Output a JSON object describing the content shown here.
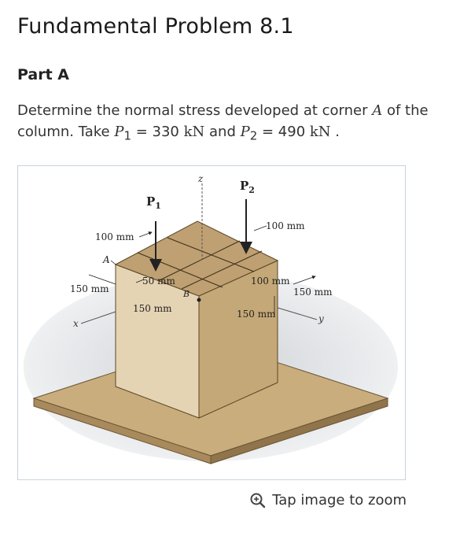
{
  "page": {
    "title": "Fundamental Problem 8.1",
    "part_label": "Part A"
  },
  "question": {
    "intro": "Determine the normal stress developed at corner ",
    "corner": "A",
    "mid": " of the column. Take ",
    "p1_symbol": "P",
    "p1_sub": "1",
    "p1_value": " = 330 ",
    "p1_unit": "kN",
    "and": " and ",
    "p2_symbol": "P",
    "p2_sub": "2",
    "p2_value": " = 490 ",
    "p2_unit": "kN",
    "end": " ."
  },
  "figure": {
    "label_z": "z",
    "label_p1": "P",
    "label_p1_sub": "1",
    "label_p2": "P",
    "label_p2_sub": "2",
    "dim_100_top_right": "100 mm",
    "dim_100_left": "100 mm",
    "label_a": "A",
    "dim_150_left": "150 mm",
    "dim_50": "50 mm",
    "label_b": "B",
    "dim_100_mid_right": "100 mm",
    "dim_150_right": "150 mm",
    "dim_150_front_left": "150 mm",
    "dim_150_front_right": "150 mm",
    "label_x": "x",
    "label_y": "y"
  },
  "zoom": {
    "label": "Tap image to zoom",
    "icon": "zoom-in-icon"
  }
}
